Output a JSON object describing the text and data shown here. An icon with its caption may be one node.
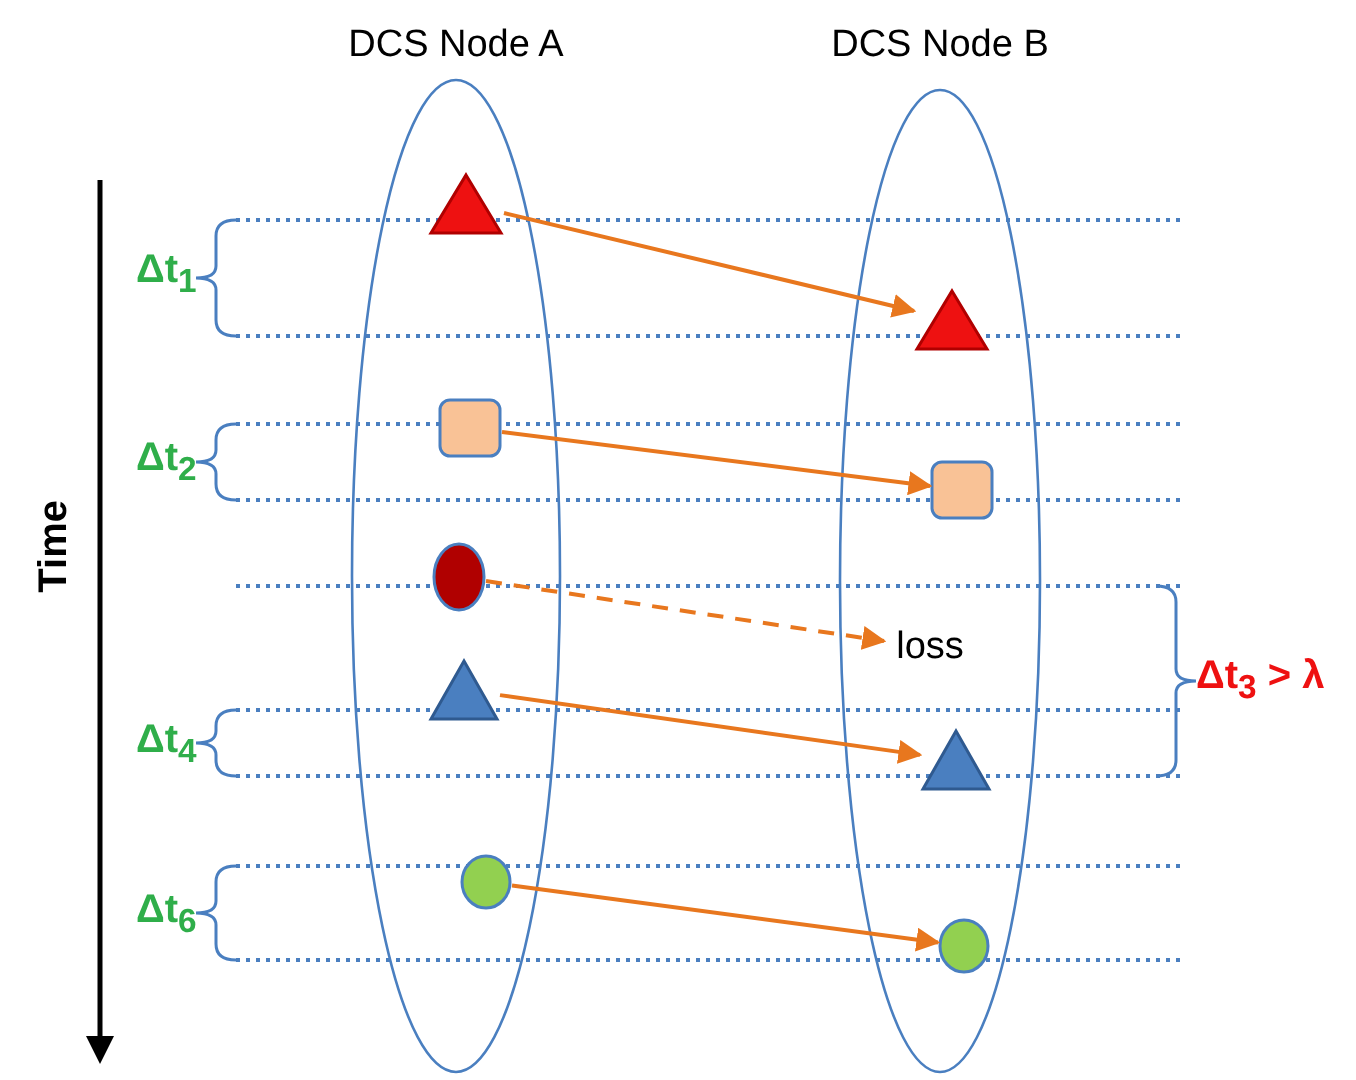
{
  "diagram": {
    "nodes": [
      {
        "text": [
          "DCS Node A"
        ]
      },
      {
        "text": [],
        "shape": "triangle",
        "in": 0
      },
      {
        "text": [],
        "shape": "box",
        "in": 0
      },
      {
        "text": [],
        "shape": "circle",
        "in": 0
      },
      {
        "text": [],
        "shape": "triangle",
        "in": 0
      },
      {
        "text": [],
        "shape": "circle",
        "in": 0
      },
      {
        "text": [
          "DCS Node B"
        ]
      },
      {
        "text": [],
        "shape": "triangle",
        "in": 6
      },
      {
        "text": [],
        "shape": "box",
        "in": 6
      },
      {
        "text": [
          "loss"
        ],
        "in": 6
      },
      {
        "text": [],
        "shape": "triangle",
        "in": 6
      },
      {
        "text": [],
        "shape": "circle",
        "in": 6
      }
    ],
    "edges": [
      {
        "from": 1,
        "to": 7,
        "arrow": "to"
      },
      {
        "from": 2,
        "to": 8,
        "arrow": "to"
      },
      {
        "from": 3,
        "to": 9,
        "arrow": "to",
        "style": "dashed"
      },
      {
        "from": 4,
        "to": 10,
        "arrow": "to"
      },
      {
        "from": 5,
        "to": 11,
        "arrow": "to"
      }
    ],
    "labels": [
      "Time",
      "Δt$_{1}$",
      "Δt$_{2}$",
      "Δt$_{4}$",
      "Δt$_{6}$",
      "Δt$_{3}$ > λ"
    ]
  }
}
